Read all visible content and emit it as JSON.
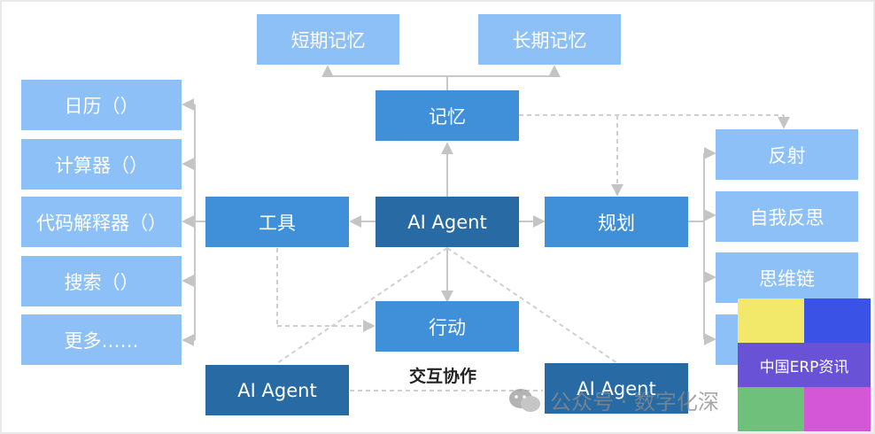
{
  "center": {
    "label": "AI Agent"
  },
  "memory": {
    "label": "记忆",
    "short_term": "短期记忆",
    "long_term": "长期记忆"
  },
  "tools": {
    "label": "工具",
    "items": [
      "日历（）",
      "计算器（）",
      "代码解释器（）",
      "搜索（）",
      "更多……"
    ]
  },
  "planning": {
    "label": "规划",
    "items": [
      "反射",
      "自我反思",
      "思维链",
      ""
    ]
  },
  "action": {
    "label": "行动"
  },
  "collaboration": {
    "label": "交互协作",
    "left_agent": "AI Agent",
    "right_agent": "AI Agent"
  },
  "watermark": {
    "text": "公众号 · 数字化深"
  },
  "logo": {
    "text": "中国ERP资讯",
    "colors": {
      "yellow": "#f2e86a",
      "blue": "#3b52e6",
      "purple": "#6a52d6",
      "green": "#6fc07a",
      "magenta": "#d357d6"
    }
  },
  "colors": {
    "light": "#8cc0f6",
    "mid": "#3f8fd9",
    "dark": "#286aa4",
    "line": "#c8c8c8"
  }
}
